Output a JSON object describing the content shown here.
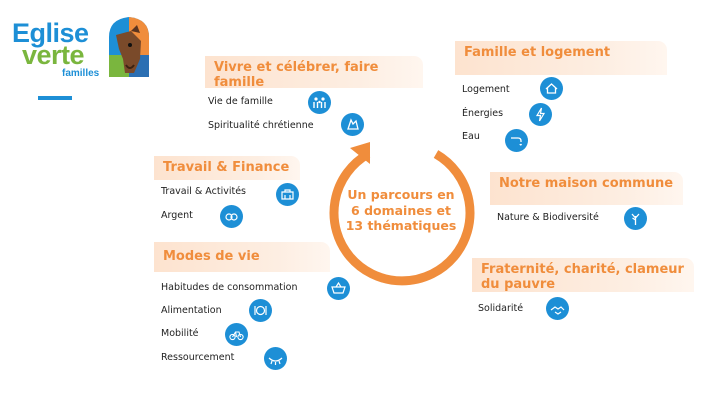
{
  "logo": {
    "line1": "Eglise",
    "line2": "verte",
    "line3": "familles"
  },
  "center": "Un parcours en 6 domaines et 13 thématiques",
  "domains": [
    {
      "title": "Vivre et célébrer, faire famille",
      "items": [
        {
          "label": "Vie de famille",
          "icon": "family-icon"
        },
        {
          "label": "Spiritualité chrétienne",
          "icon": "prayer-icon"
        }
      ]
    },
    {
      "title": "Famille et logement",
      "items": [
        {
          "label": "Logement",
          "icon": "house-icon"
        },
        {
          "label": "Énergies",
          "icon": "energy-icon"
        },
        {
          "label": "Eau",
          "icon": "water-icon"
        }
      ]
    },
    {
      "title": "Travail & Finance",
      "items": [
        {
          "label": "Travail & Activités",
          "icon": "work-icon"
        },
        {
          "label": "Argent",
          "icon": "money-icon"
        }
      ]
    },
    {
      "title": "Notre maison commune",
      "items": [
        {
          "label": "Nature & Biodiversité",
          "icon": "tree-icon"
        }
      ]
    },
    {
      "title": "Modes de vie",
      "items": [
        {
          "label": "Habitudes de consommation",
          "icon": "basket-icon"
        },
        {
          "label": "Alimentation",
          "icon": "food-icon"
        },
        {
          "label": "Mobilité",
          "icon": "bicycle-icon"
        },
        {
          "label": "Ressourcement",
          "icon": "rest-icon"
        }
      ]
    },
    {
      "title": "Fraternité, charité, clameur du pauvre",
      "items": [
        {
          "label": "Solidarité",
          "icon": "solidarity-icon"
        }
      ]
    }
  ],
  "colors": {
    "accent": "#f08d3c",
    "blue": "#1d8fd6",
    "green": "#7ab63e"
  }
}
